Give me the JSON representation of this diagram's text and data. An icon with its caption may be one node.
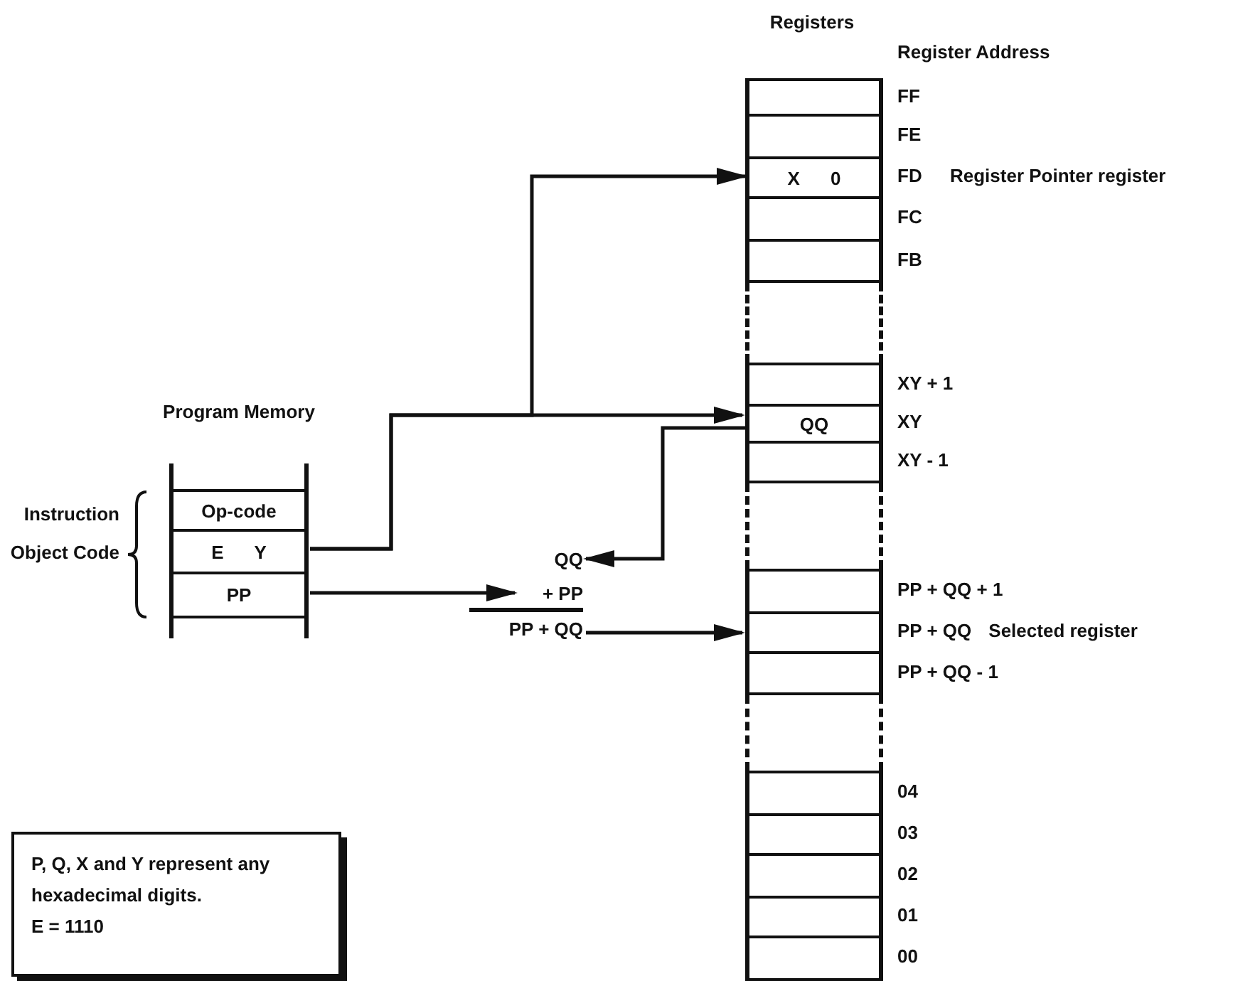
{
  "diagram": {
    "nodes": [
      {
        "text": [
          "Registers"
        ]
      },
      {
        "text": [],
        "shape": "box",
        "in": 0,
        "beside": [
          "FF"
        ]
      },
      {
        "text": [],
        "shape": "box",
        "in": 0,
        "beside": [
          "FE"
        ]
      },
      {
        "text": [
          "X 0"
        ],
        "in": 0,
        "beside": [
          "FD",
          "Register Pointer register"
        ]
      },
      {
        "text": [],
        "shape": "box",
        "in": 0,
        "beside": [
          "FC"
        ]
      },
      {
        "text": [],
        "shape": "box",
        "in": 0,
        "beside": [
          "FB"
        ]
      },
      {
        "text": [],
        "shape": "break",
        "in": 0
      },
      {
        "text": [],
        "shape": "box",
        "in": 0,
        "beside": [
          "XY + 1"
        ]
      },
      {
        "text": [
          "QQ"
        ],
        "in": 0,
        "beside": [
          "XY"
        ]
      },
      {
        "text": [],
        "shape": "box",
        "in": 0,
        "beside": [
          "XY - 1"
        ]
      },
      {
        "text": [],
        "shape": "break",
        "in": 0
      },
      {
        "text": [],
        "shape": "box",
        "in": 0,
        "beside": [
          "PP + QQ + 1"
        ]
      },
      {
        "text": [],
        "shape": "box",
        "in": 0,
        "beside": [
          "PP + QQ",
          "Selected register"
        ]
      },
      {
        "text": [],
        "shape": "box",
        "in": 0,
        "beside": [
          "PP + QQ - 1"
        ]
      },
      {
        "text": [],
        "shape": "break",
        "in": 0
      },
      {
        "text": [],
        "shape": "box",
        "in": 0,
        "beside": [
          "04"
        ]
      },
      {
        "text": [],
        "shape": "box",
        "in": 0,
        "beside": [
          "03"
        ]
      },
      {
        "text": [],
        "shape": "box",
        "in": 0,
        "beside": [
          "02"
        ]
      },
      {
        "text": [],
        "shape": "box",
        "in": 0,
        "beside": [
          "01"
        ]
      },
      {
        "text": [],
        "shape": "box",
        "in": 0,
        "beside": [
          "00"
        ]
      },
      {
        "text": [
          "Program Memory"
        ]
      },
      {
        "text": [
          "Op-code"
        ],
        "in": 20
      },
      {
        "text": [
          "E Y"
        ],
        "in": 20
      },
      {
        "text": [
          "PP"
        ],
        "in": 20
      },
      {
        "text": [
          "QQ"
        ]
      },
      {
        "text": [
          "+ PP"
        ]
      },
      {
        "text": [
          "PP + QQ"
        ]
      },
      {
        "text": [
          "P, Q, X and Y represent any hexadecimal digits.",
          "E = 1110"
        ]
      }
    ],
    "edges": [
      {
        "from": 22,
        "to": 3,
        "arrow": "to"
      },
      {
        "from": 22,
        "to": 8,
        "arrow": "to"
      },
      {
        "from": 8,
        "to": 24,
        "arrow": "to"
      },
      {
        "from": 23,
        "to": 25,
        "arrow": "to"
      },
      {
        "from": 26,
        "to": 12,
        "arrow": "to"
      }
    ],
    "labels": [
      "Register Address",
      "Instruction Object Code"
    ]
  }
}
